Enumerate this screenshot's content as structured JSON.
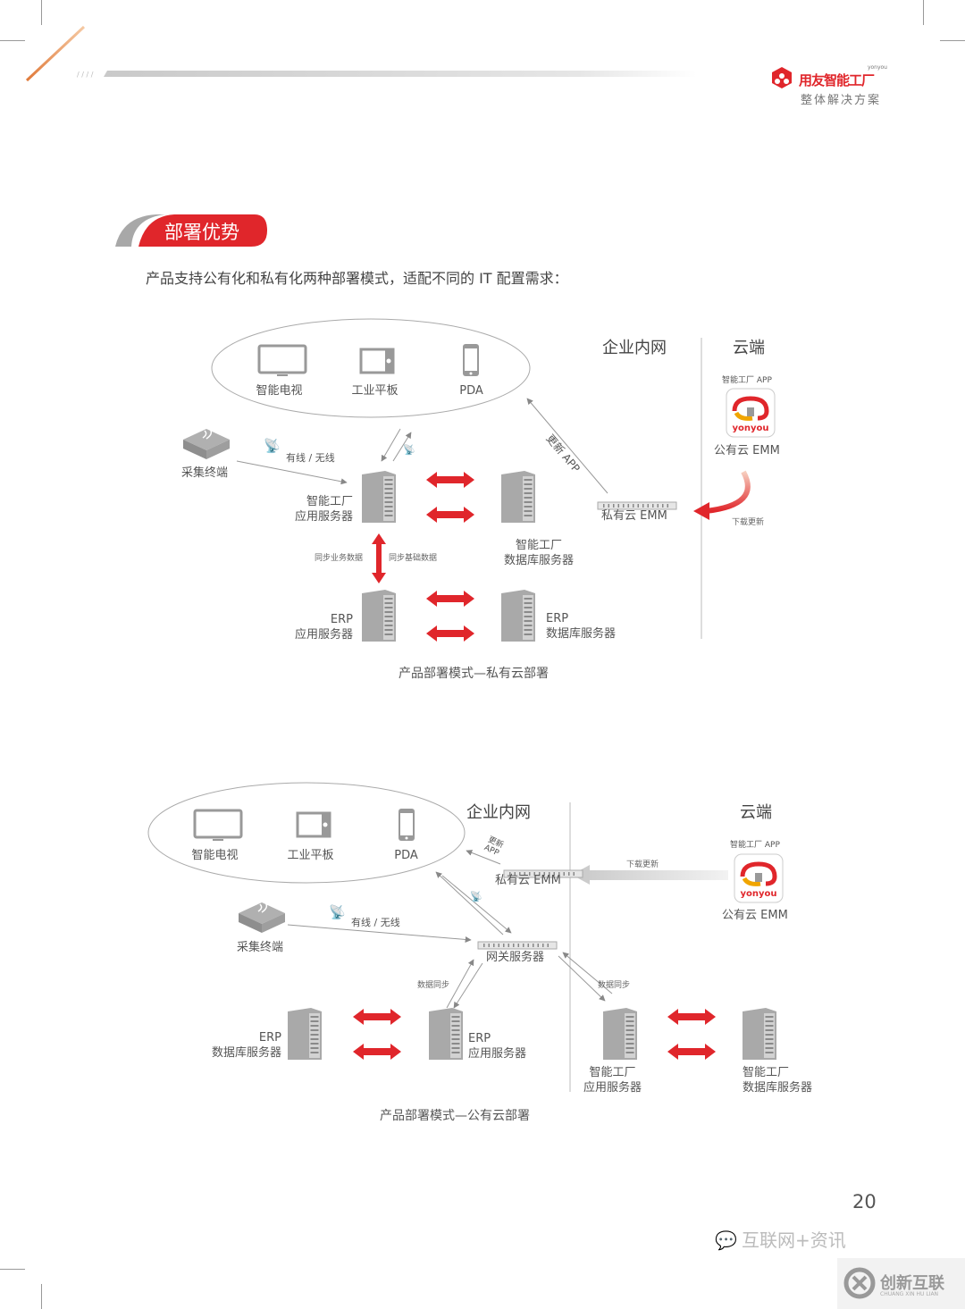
{
  "header": {
    "brand_name": "用友智能工厂",
    "brand_sub": "yonyou",
    "brand_tagline": "整体解决方案",
    "brand_color": "#e0262b"
  },
  "section": {
    "title": "部署优势",
    "intro": "产品支持公有化和私有化两种部署模式，适配不同的 IT 配置需求："
  },
  "diagram_private": {
    "zone_intranet": "企业内网",
    "zone_cloud": "云端",
    "devices": [
      {
        "icon": "tv-icon",
        "label": "智能电视"
      },
      {
        "icon": "tablet-icon",
        "label": "工业平板"
      },
      {
        "icon": "phone-icon",
        "label": "PDA"
      }
    ],
    "collector": "采集终端",
    "link_label": "有线 / 无线",
    "app_server": [
      "智能工厂",
      "应用服务器"
    ],
    "db_server": [
      "智能工厂",
      "数据库服务器"
    ],
    "erp_app_server": [
      "ERP",
      "应用服务器"
    ],
    "erp_db_server": [
      "ERP",
      "数据库服务器"
    ],
    "sync_business": "同步业务数据",
    "sync_base": "同步基础数据",
    "update_app": "更新 APP",
    "private_emm": "私有云 EMM",
    "app_name": "智能工厂 APP",
    "app_logo_text": "yonyou",
    "public_emm": "公有云 EMM",
    "download_update": "下载更新",
    "caption": "产品部署模式—私有云部署"
  },
  "diagram_public": {
    "zone_intranet": "企业内网",
    "zone_cloud": "云端",
    "devices": [
      {
        "icon": "tv-icon",
        "label": "智能电视"
      },
      {
        "icon": "tablet-icon",
        "label": "工业平板"
      },
      {
        "icon": "phone-icon",
        "label": "PDA"
      }
    ],
    "collector": "采集终端",
    "link_label": "有线 / 无线",
    "update_app": "更新 APP",
    "private_emm": "私有云 EMM",
    "gateway": "网关服务器",
    "download_update": "下载更新",
    "app_name": "智能工厂 APP",
    "app_logo_text": "yonyou",
    "public_emm": "公有云 EMM",
    "data_sync_left": "数据同步",
    "data_sync_right": "数据同步",
    "erp_db_server": [
      "ERP",
      "数据库服务器"
    ],
    "erp_app_server": [
      "ERP",
      "应用服务器"
    ],
    "app_server": [
      "智能工厂",
      "应用服务器"
    ],
    "db_server": [
      "智能工厂",
      "数据库服务器"
    ],
    "caption": "产品部署模式—公有云部署"
  },
  "footer": {
    "page_number": "20",
    "watermark_wechat": "互联网+资讯",
    "watermark_brand": "创新互联",
    "watermark_brand_en": "CHUANG XIN HU LIAN"
  }
}
